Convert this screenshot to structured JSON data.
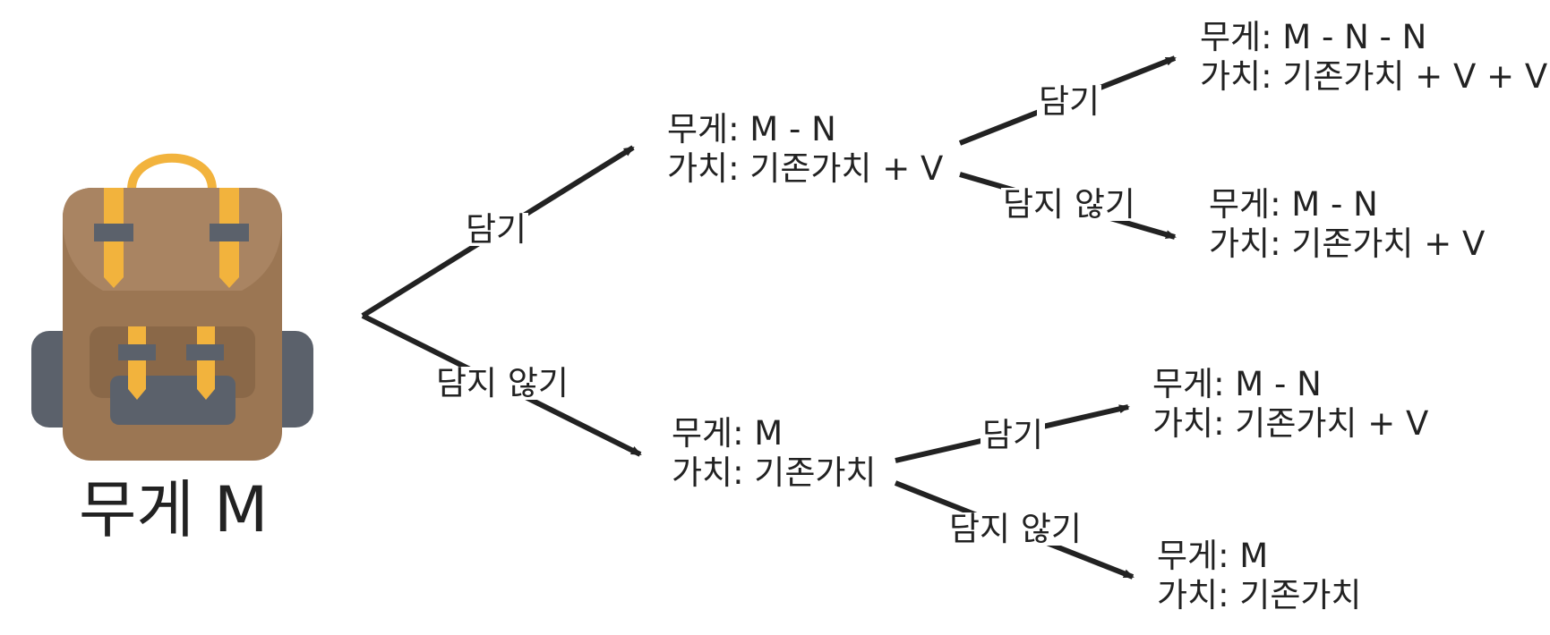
{
  "root": {
    "label": "무게 M",
    "icon": "backpack-icon"
  },
  "level1": {
    "take_edge_label": "담기",
    "skip_edge_label": "담지 않기",
    "take_node": {
      "weight": "무게: M - N",
      "value": "가치: 기존가치 + V"
    },
    "skip_node": {
      "weight": "무게: M",
      "value": "가치: 기존가치"
    }
  },
  "level2": {
    "take_take": {
      "edge_label": "담기",
      "node": {
        "weight": "무게: M - N - N",
        "value": "가치: 기존가치 + V + V"
      }
    },
    "take_skip": {
      "edge_label": "담지 않기",
      "node": {
        "weight": "무게: M - N",
        "value": "가치: 기존가치 + V"
      }
    },
    "skip_take": {
      "edge_label": "담기",
      "node": {
        "weight": "무게: M - N",
        "value": "가치: 기존가치 + V"
      }
    },
    "skip_skip": {
      "edge_label": "담지 않기",
      "node": {
        "weight": "무게: M",
        "value": "가치: 기존가치"
      }
    }
  },
  "colors": {
    "line": "#222222",
    "backpack_body": "#9b7653",
    "backpack_flap": "#a98462",
    "strap": "#f2b33d",
    "buckle": "#5b616b",
    "side_pocket": "#5b616b"
  }
}
